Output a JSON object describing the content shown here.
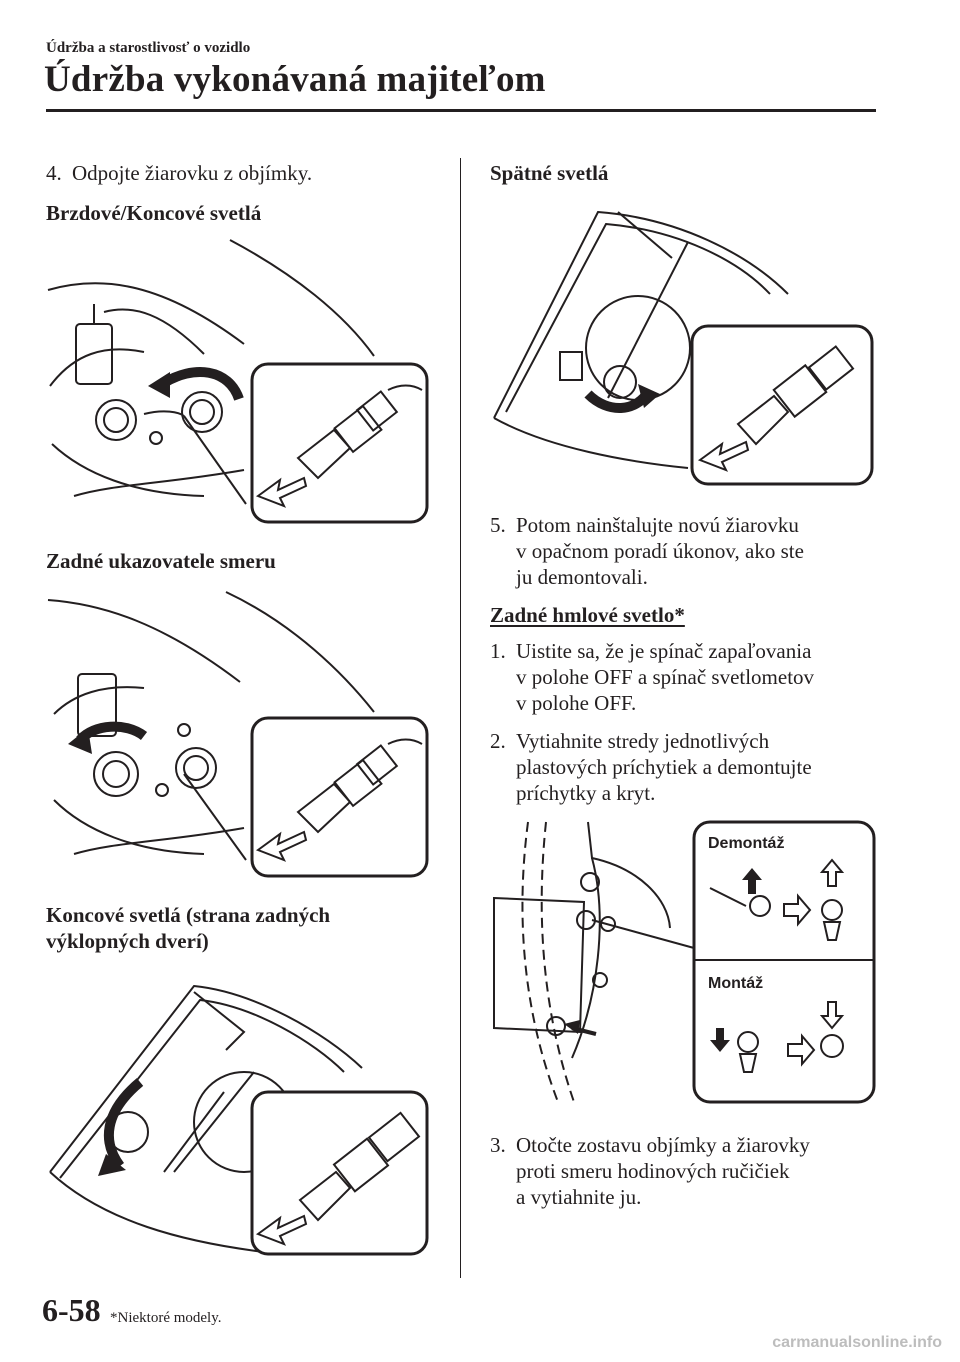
{
  "header": {
    "breadcrumb": "Údržba a starostlivosť o vozidlo",
    "title": "Údržba vykonávaná majiteľom"
  },
  "left_column": {
    "step4": {
      "num": "4.",
      "text": "Odpojte žiarovku z objímky."
    },
    "sub_brake": "Brzdové/Koncové svetlá",
    "sub_turn": "Zadné ukazovatele smeru",
    "sub_tail_line1": "Koncové svetlá (strana zadných",
    "sub_tail_line2": "výklopných dverí)"
  },
  "right_column": {
    "sub_reverse": "Spätné svetlá",
    "step5": {
      "num": "5.",
      "lines": [
        "Potom nainštalujte novú žiarovku",
        "v opačnom poradí úkonov, ako ste",
        "ju demontovali."
      ]
    },
    "section_fog": "Zadné hmlové svetlo*",
    "fog_step1": {
      "num": "1.",
      "lines": [
        "Uistite sa, že je spínač zapaľovania",
        "v polohe OFF a spínač svetlometov",
        "v polohe OFF."
      ]
    },
    "fog_step2": {
      "num": "2.",
      "lines": [
        "Vytiahnite stredy jednotlivých",
        "plastových príchytiek a demontujte",
        "príchytky a kryt."
      ]
    },
    "clip_diagram": {
      "remove_label": "Demontáž",
      "install_label": "Montáž"
    },
    "fog_step3": {
      "num": "3.",
      "lines": [
        "Otočte zostavu objímky a žiarovky",
        "proti smeru hodinových ručičiek",
        "a vytiahnite ju."
      ]
    }
  },
  "footer": {
    "page_number": "6-58",
    "footnote": "*Niektoré modely.",
    "watermark": "carmanualsonline.info"
  }
}
